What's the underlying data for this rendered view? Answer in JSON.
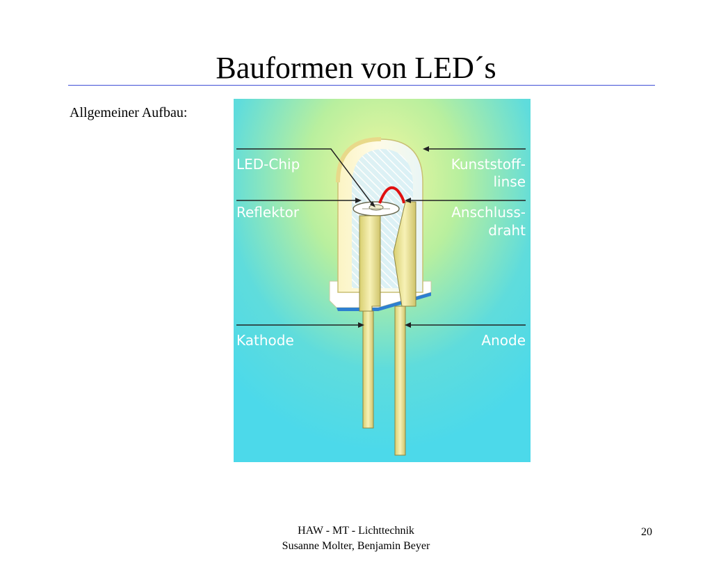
{
  "slide": {
    "title": "Bauformen von LED´s",
    "subtitle": "Allgemeiner Aufbau:",
    "rule_color": "#3f4fd6"
  },
  "diagram": {
    "labels": {
      "led_chip": "LED-Chip",
      "reflektor": "Reflektor",
      "kathode": "Kathode",
      "kunststofflinse_line1": "Kunststoff-",
      "kunststofflinse_line2": "linse",
      "anschlussdraht_line1": "Anschluss-",
      "anschlussdraht_line2": "draht",
      "anode": "Anode"
    },
    "colors": {
      "background_center": "#f4f7a0",
      "background_edge": "#4cd9ea",
      "lens": "#fdf8d2",
      "leads": "#e9e08a",
      "bond_wire": "#e01010",
      "label_text": "#ffffff"
    }
  },
  "footer": {
    "line1": "HAW - MT - Lichttechnik",
    "line2": "Susanne Molter, Benjamin Beyer",
    "page_number": "20"
  }
}
